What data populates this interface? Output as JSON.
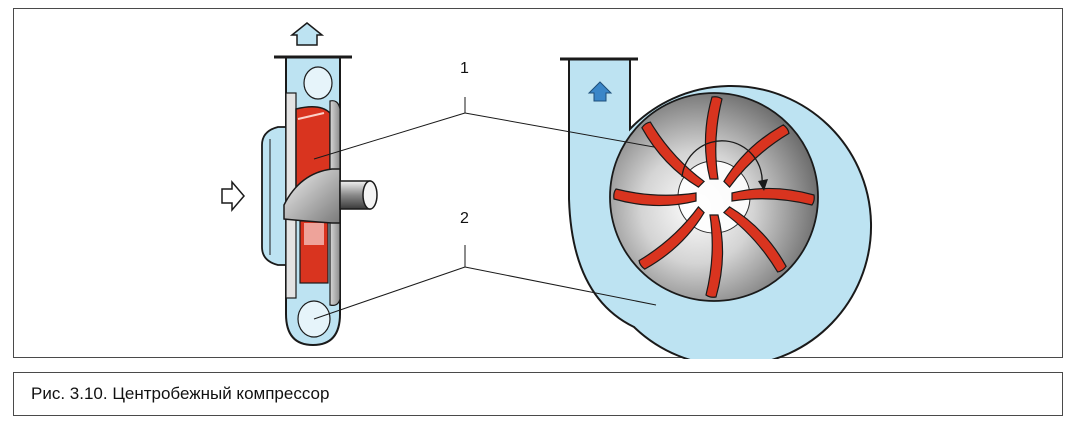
{
  "figure": {
    "callouts": [
      {
        "id": "1",
        "text": "1"
      },
      {
        "id": "2",
        "text": "2"
      }
    ],
    "colors": {
      "air": "#bde3f2",
      "impeller": "#d9341f",
      "arrow_fill": "#3a86c8",
      "outline": "#1a1a1a"
    },
    "icons": [
      "air-inlet-arrow-icon",
      "air-outlet-arrow-icon",
      "rotation-arrow-icon"
    ]
  },
  "caption": {
    "text": "Рис. 3.10. Центробежный компрессор"
  }
}
